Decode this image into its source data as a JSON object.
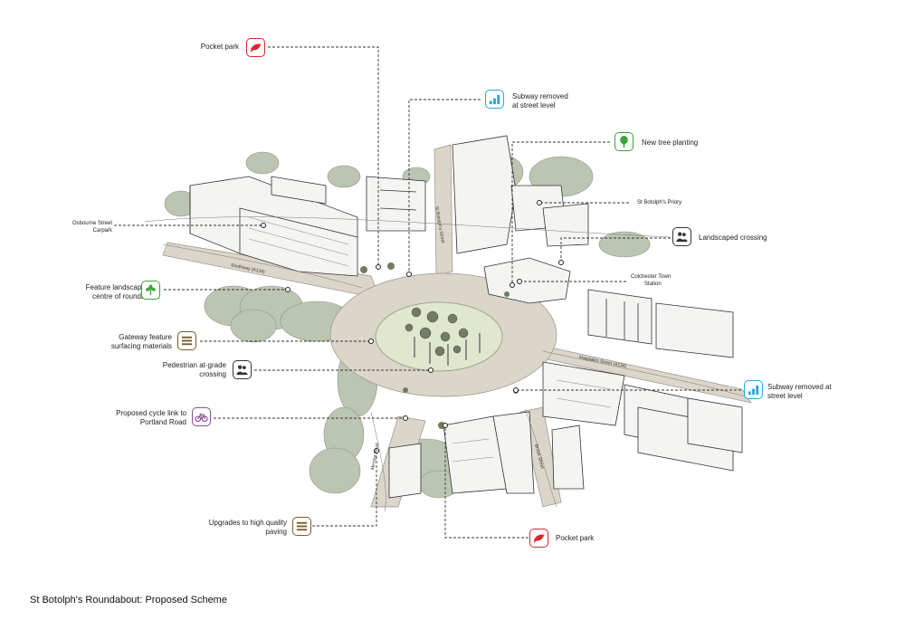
{
  "title": "St Botolph's Roundabout: Proposed Scheme",
  "colors": {
    "red": "#d7262c",
    "blue": "#27a7dc",
    "green": "#3fa43b",
    "dark": "#333333",
    "brown": "#7a5a2c",
    "purple": "#8d4b9c",
    "tree": "#b9c3ae",
    "road": "#d9d2c6"
  },
  "annotations": {
    "pocket_park_top": "Pocket park",
    "subway_removed_top_1": "Subway removed",
    "subway_removed_top_2": "at street level",
    "new_tree_planting": "New tree planting",
    "st_botolphs_priory": "St Botolph's Priory",
    "osborne_1": "Osbourne Street",
    "osborne_2": "Carpark",
    "landscaped_crossing": "Landscaped crossing",
    "colchester_1": "Colchester Town",
    "colchester_2": "Station",
    "feature_landscaping_1": "Feature landscaping to",
    "feature_landscaping_2": "centre of roundabout",
    "gateway_1": "Gateway feature",
    "gateway_2": "surfacing materials",
    "pedestrian_1": "Pedestrian at-grade",
    "pedestrian_2": "crossing",
    "cycle_1": "Proposed cycle link to",
    "cycle_2": "Portland Road",
    "subway_removed_right_1": "Subway removed at",
    "subway_removed_right_2": "street level",
    "paving_1": "Upgrades to high quality",
    "paving_2": "paving",
    "pocket_park_bottom": "Pocket park"
  },
  "streets": {
    "southway": "Southway (A134)",
    "st_botolphs_street": "St Botolph's Street",
    "magdalen_street": "Magdalen Street (A134)",
    "mersea_road": "Mersea Road",
    "brook_street": "Brook Street"
  },
  "icons": {
    "pocket_park_top": "leaf-icon",
    "subway_top": "bar-chart-icon",
    "new_tree": "tree-icon",
    "landscaped_crossing": "people-icon",
    "feature_landscaping": "plant-icon",
    "gateway": "paving-lines-icon",
    "pedestrian": "people-icon",
    "cycle": "bicycle-icon",
    "subway_right": "bar-chart-icon",
    "paving": "paving-lines-icon",
    "pocket_park_bottom": "leaf-icon"
  }
}
